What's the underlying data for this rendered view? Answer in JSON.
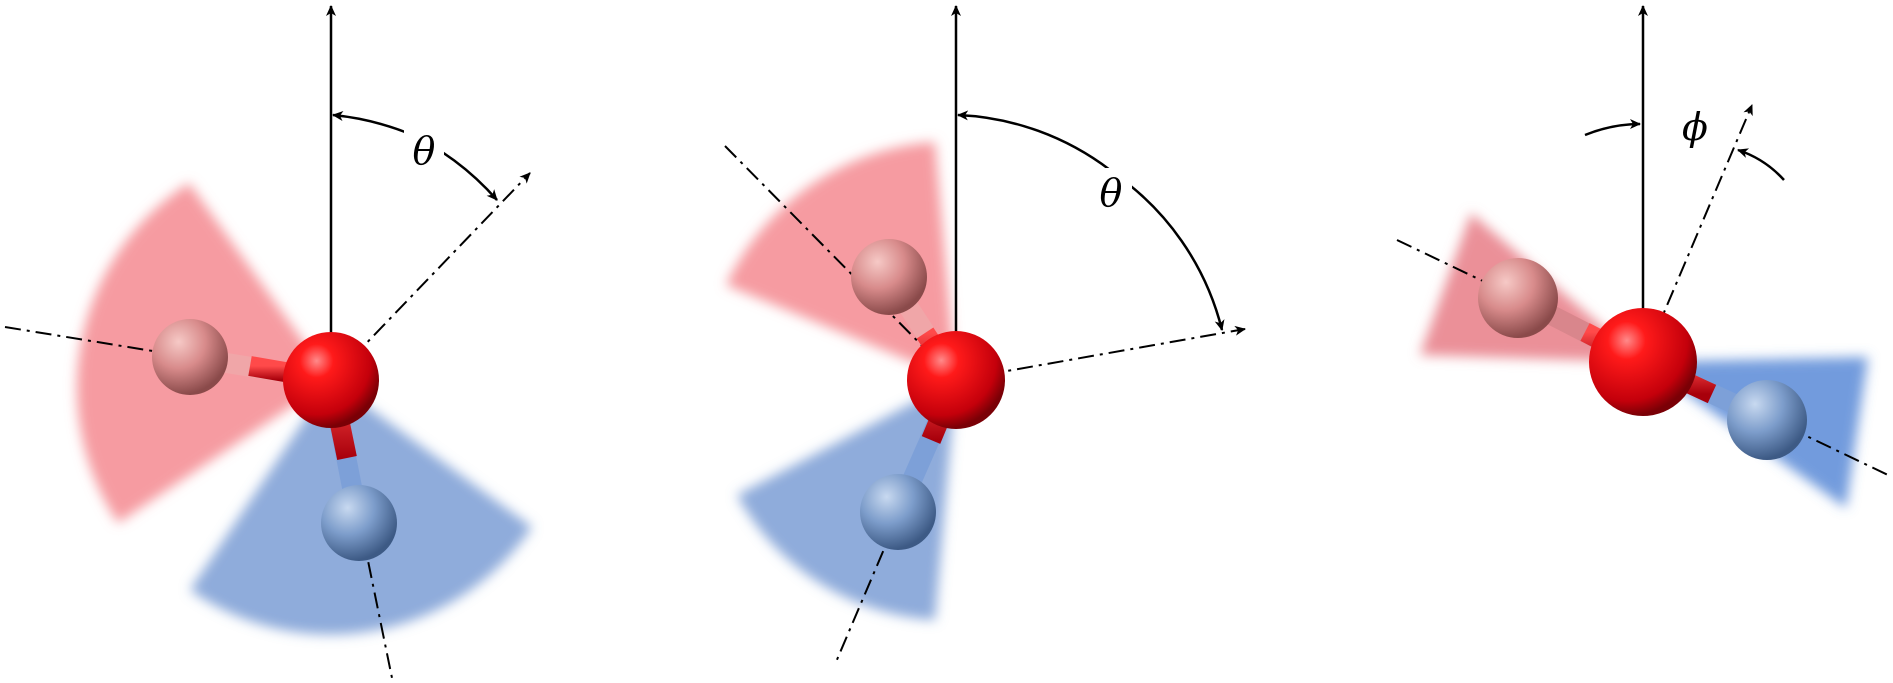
{
  "figure": {
    "panels": [
      {
        "id": "panel-1",
        "angle_symbol": "θ"
      },
      {
        "id": "panel-2",
        "angle_symbol": "θ"
      },
      {
        "id": "panel-3",
        "angle_symbol": "ϕ"
      }
    ],
    "colors": {
      "oxygen": "#e3000f",
      "hydrogen_pink": "#e89a9a",
      "hydrogen_blue": "#6f93c8",
      "sector_pink": "#f48a90",
      "sector_blue": "#6a90cf",
      "bond_red": "#d81422",
      "line": "#000000"
    }
  }
}
